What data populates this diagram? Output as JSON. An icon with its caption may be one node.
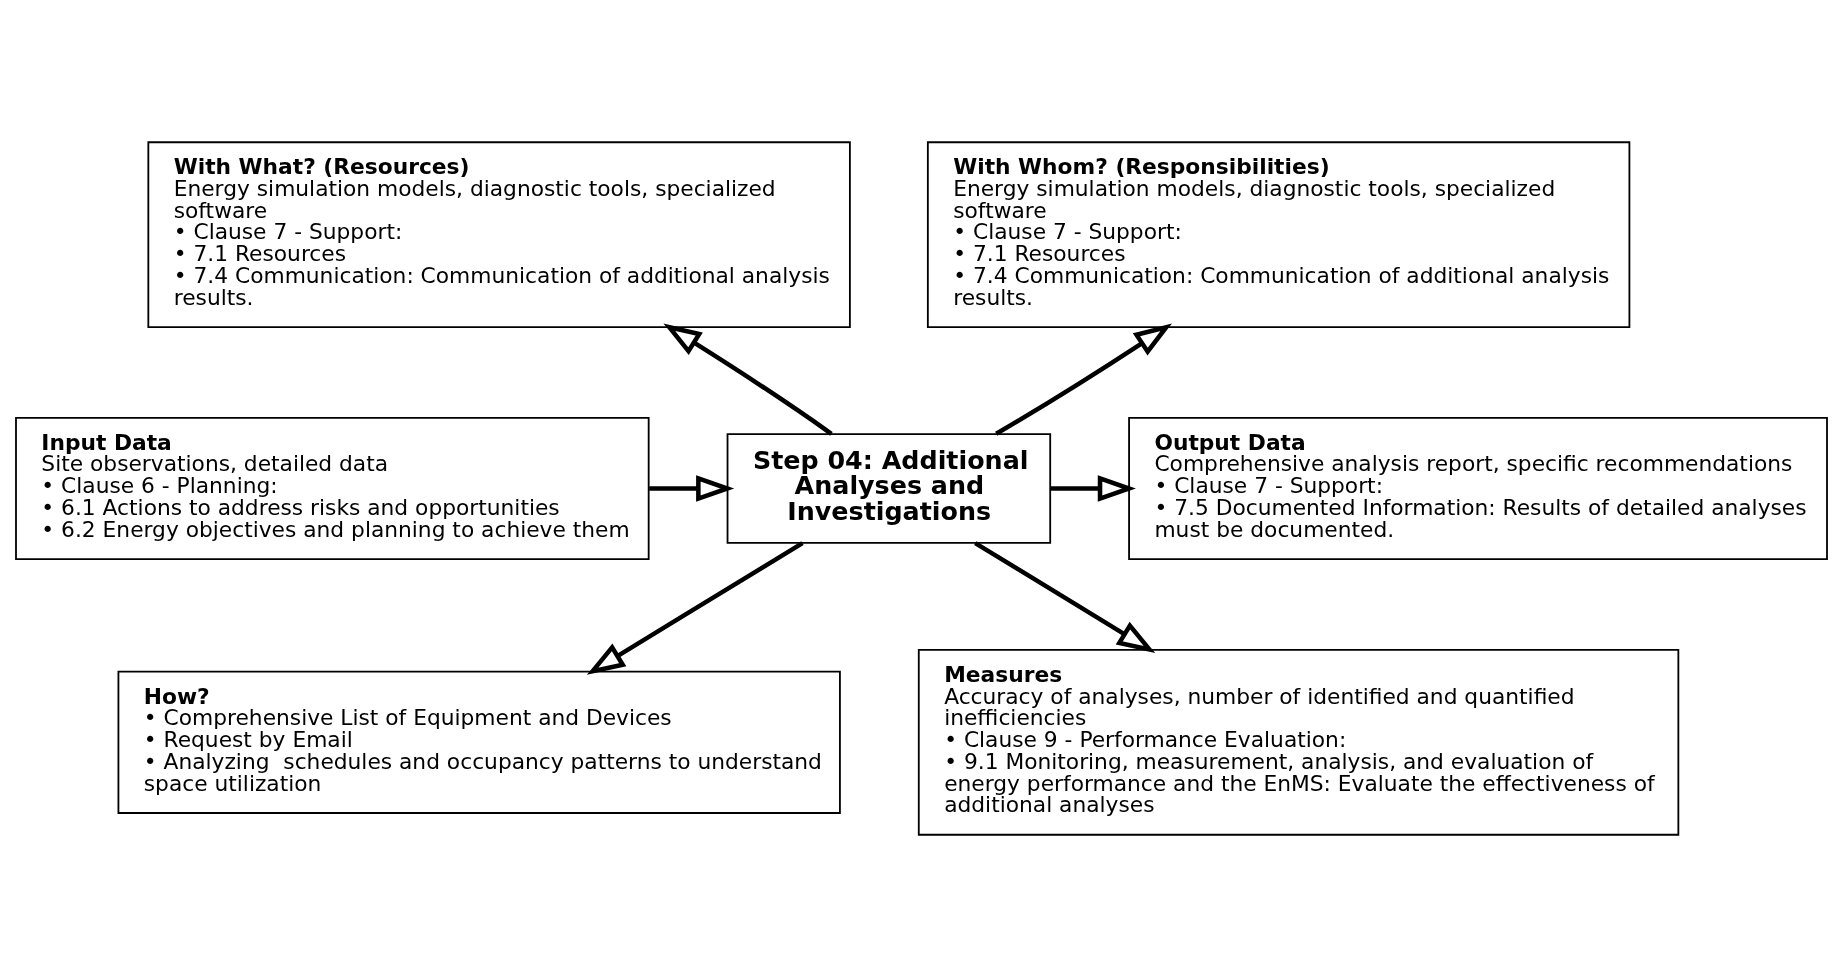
{
  "diagram": {
    "nodes": [
      {
        "text": [
          "Input Data",
          "Site observations, detailed data",
          "• Clause 6 - Planning:",
          "• 6.1 Actions to address risks and opportunities",
          "• 6.2 Energy objectives and planning to achieve them"
        ]
      },
      {
        "text": [
          "Step 04: Additional Analyses and Investigations"
        ]
      },
      {
        "text": [
          "With What? (Resources)",
          "Energy simulation models, diagnostic tools, specialized software",
          "• Clause 7 - Support:",
          "• 7.1 Resources",
          "• 7.4 Communication: Communication of additional analysis results."
        ]
      },
      {
        "text": [
          "With Whom? (Responsibilities)",
          "Energy simulation models, diagnostic tools, specialized software",
          "• Clause 7 - Support:",
          "• 7.1 Resources",
          "• 7.4 Communication: Communication of additional analysis results."
        ]
      },
      {
        "text": [
          "Output Data",
          "Comprehensive analysis report, specific recommendations",
          "• Clause 7 - Support:",
          "• 7.5 Documented Information: Results of detailed analyses must be documented."
        ]
      },
      {
        "text": [
          "How?",
          "• Comprehensive List of Equipment and Devices",
          "• Request by Email",
          "• Analyzing  schedules and occupancy patterns to understand space utilization"
        ]
      },
      {
        "text": [
          "Measures",
          "Accuracy of analyses, number of identified and quantified inefficiencies",
          "• Clause 9 - Performance Evaluation:",
          "• 9.1 Monitoring, measurement, analysis, and evaluation of energy performance and the EnMS: Evaluate the effectiveness of additional analyses"
        ]
      }
    ],
    "edges": [
      {
        "from": 0,
        "to": 1,
        "arrow": "to"
      },
      {
        "from": 1,
        "to": 2,
        "arrow": "to"
      },
      {
        "from": 1,
        "to": 3,
        "arrow": "to"
      },
      {
        "from": 1,
        "to": 4,
        "arrow": "to"
      },
      {
        "from": 1,
        "to": 5,
        "arrow": "to"
      },
      {
        "from": 1,
        "to": 6,
        "arrow": "to"
      }
    ]
  }
}
